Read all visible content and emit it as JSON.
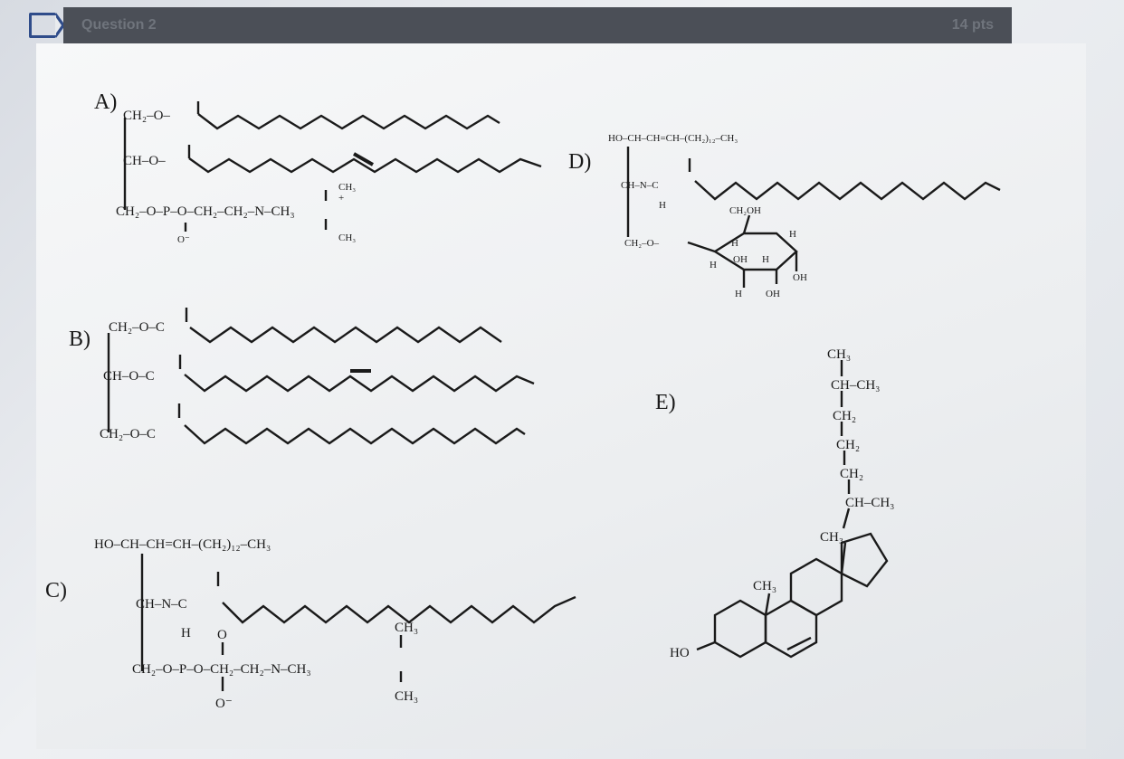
{
  "header": {
    "title": "Question 2",
    "points": "14 pts"
  },
  "structures": {
    "A": {
      "label": "A)",
      "row1": "CH₂–O–",
      "row2": "CH–O–",
      "row3": "CH₂–O–P–O–CH₂–CH₂–N–CH₃",
      "top_methyl": "CH₃",
      "bottom_methyl": "CH₃",
      "charge_neg": "O⁻",
      "charge_pos": "+"
    },
    "B": {
      "label": "B)",
      "row1": "CH₂–O–C",
      "row2": "CH–O–C",
      "row3": "CH₂–O–C"
    },
    "C": {
      "label": "C)",
      "top_chain": "HO–CH–CH=CH–(CH₂)₁₂–CH₃",
      "amide": "CH–N–C",
      "h_atom": "H",
      "o_atom": "O",
      "phosphate": "CH₂–O–P–O–CH₂–CH₂–N–CH₃",
      "top_methyl": "CH₃",
      "bottom_methyl": "CH₃",
      "charge_neg": "O⁻"
    },
    "D": {
      "label": "D)",
      "top_chain": "HO–CH–CH=CH–(CH₂)₁₂–CH₃",
      "amide": "CH–N–C",
      "h_atom": "H",
      "ch2o": "CH₂–O–",
      "ch2oh": "CH₂OH",
      "ring_h1": "H",
      "ring_h2": "H",
      "ring_h3": "H",
      "ring_oh1": "OH",
      "ring_oh2": "OH",
      "ring_oh3": "OH",
      "ring_h4": "H",
      "ring_h5": "H"
    },
    "E": {
      "label": "E)",
      "side_chain": [
        "CH₃",
        "CH–CH₃",
        "CH₂",
        "CH₂",
        "CH₂",
        "CH–CH₃"
      ],
      "angular_methyl_1": "CH₃",
      "angular_methyl_2": "CH₃",
      "hydroxyl": "HO"
    }
  }
}
